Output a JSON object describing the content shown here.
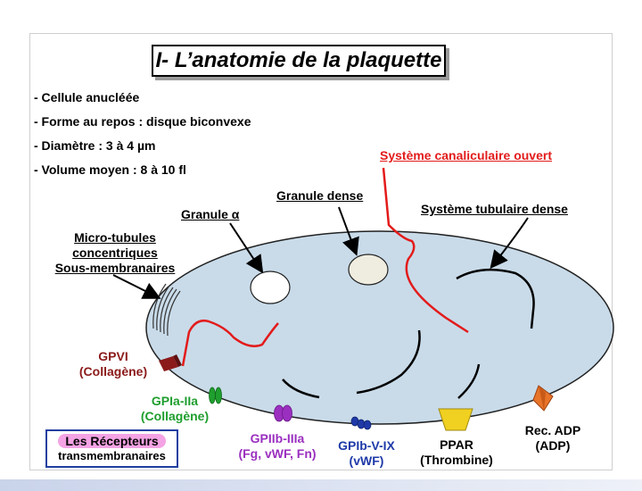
{
  "title": "I- L’anatomie de la plaquette",
  "bullets": [
    "- Cellule anucléée",
    "- Forme au repos : disque biconvexe",
    "- Diamètre : 3 à 4 µm",
    "- Volume moyen : 8 à 10 fl"
  ],
  "labels": {
    "scs": "Système canaliculaire ouvert",
    "granule_dense": "Granule dense",
    "granule_alpha": "Granule α",
    "tubulaire": "Système tubulaire dense",
    "microtubules": [
      "Micro-tubules",
      "concentriques",
      "Sous-membranaires"
    ]
  },
  "receptors": {
    "gpvi": [
      "GPVI",
      "(Collagène)"
    ],
    "gpia": [
      "GPIa-IIa",
      "(Collagène)"
    ],
    "gpiib": [
      "GPIIb-IIIa",
      "(Fg, vWF, Fn)"
    ],
    "gpib": [
      "GPIb-V-IX",
      "(vWF)"
    ],
    "ppar": [
      "PPAR",
      "(Thrombine)"
    ],
    "adp": [
      "Rec. ADP",
      "(ADP)"
    ]
  },
  "legend": [
    "Les Récepteurs",
    "transmembranaires"
  ],
  "colors": {
    "cell_fill": "#c9dbe9",
    "red": "#e31b1b",
    "gpvi": "#8b1a1a",
    "gpia": "#1f9e2e",
    "gpiib": "#9b2fc0",
    "gpib": "#1f3aa8",
    "ppar": "#f0d020",
    "adp": "#e8742a",
    "legend_border": "#1f3fa0",
    "legend_pill": "#f4a3e4"
  }
}
